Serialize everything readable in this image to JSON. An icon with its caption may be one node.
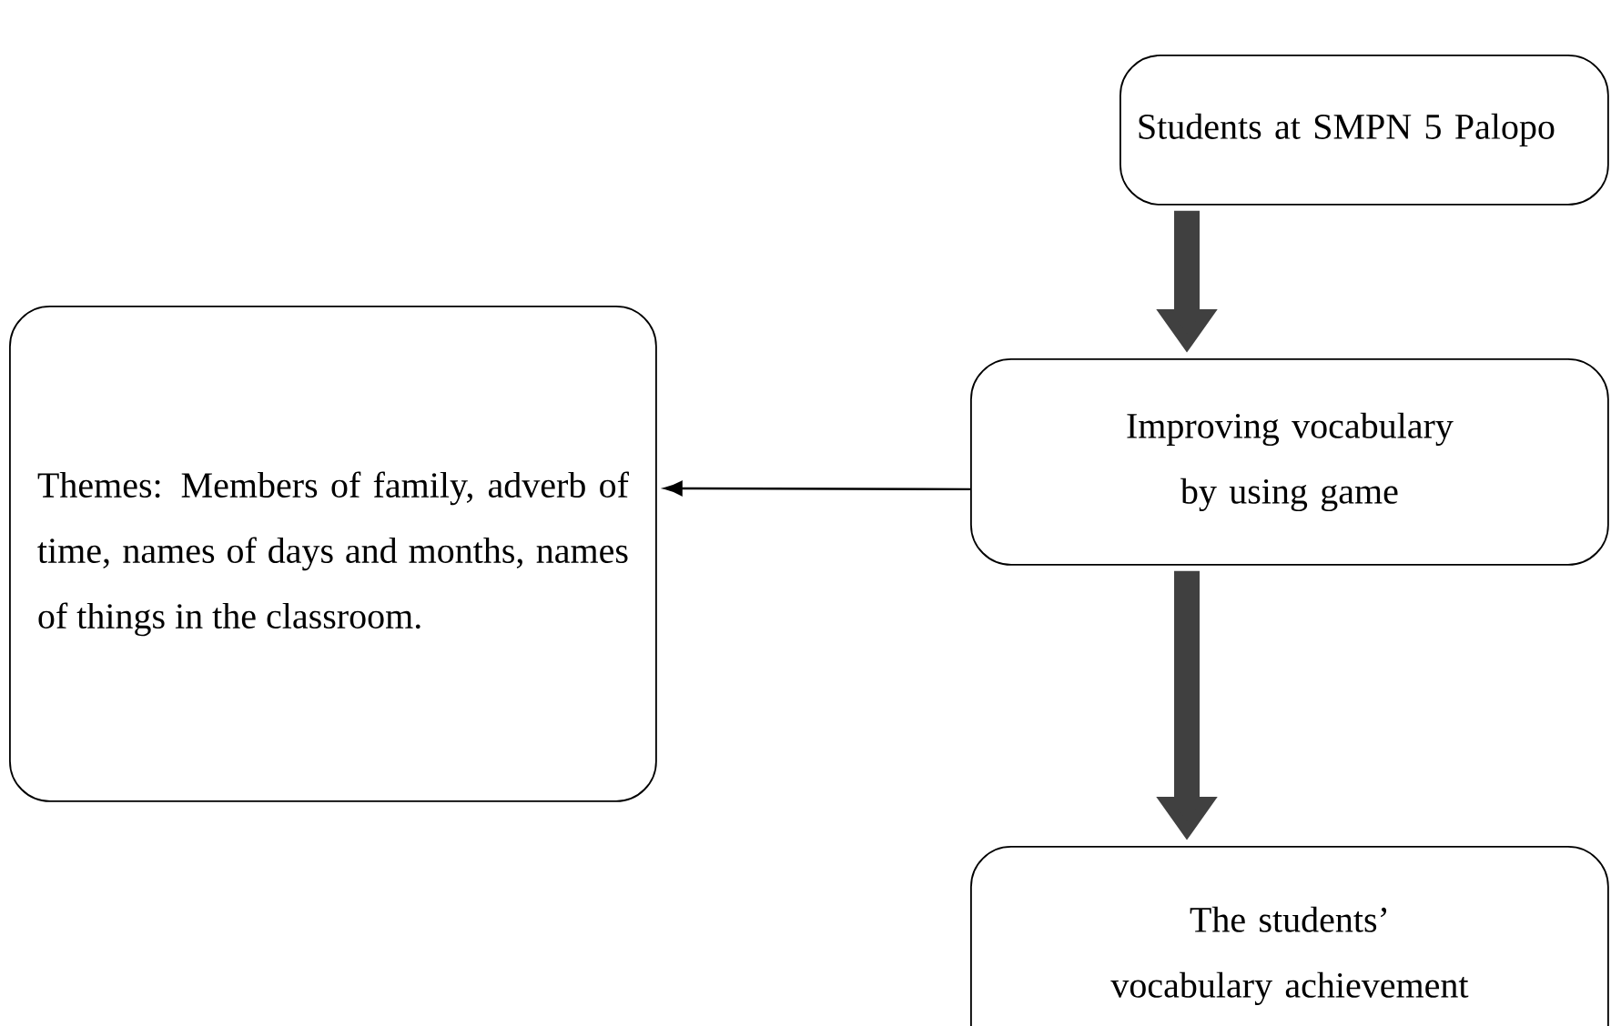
{
  "diagram": {
    "nodes": [
      {
        "text": [
          "Students at SMPN 5 Palopo"
        ]
      },
      {
        "text": [
          "Themes: Members of family, adverb of time, names of days and months, names of things in the classroom."
        ]
      },
      {
        "text": [
          "Improving vocabulary by using game"
        ]
      },
      {
        "text": [
          "The students’ vocabulary achievement"
        ]
      }
    ],
    "edges": [
      {
        "from": 0,
        "to": 2,
        "arrow": "to"
      },
      {
        "from": 2,
        "to": 1,
        "arrow": "to"
      },
      {
        "from": 2,
        "to": 3,
        "arrow": "to"
      }
    ]
  }
}
